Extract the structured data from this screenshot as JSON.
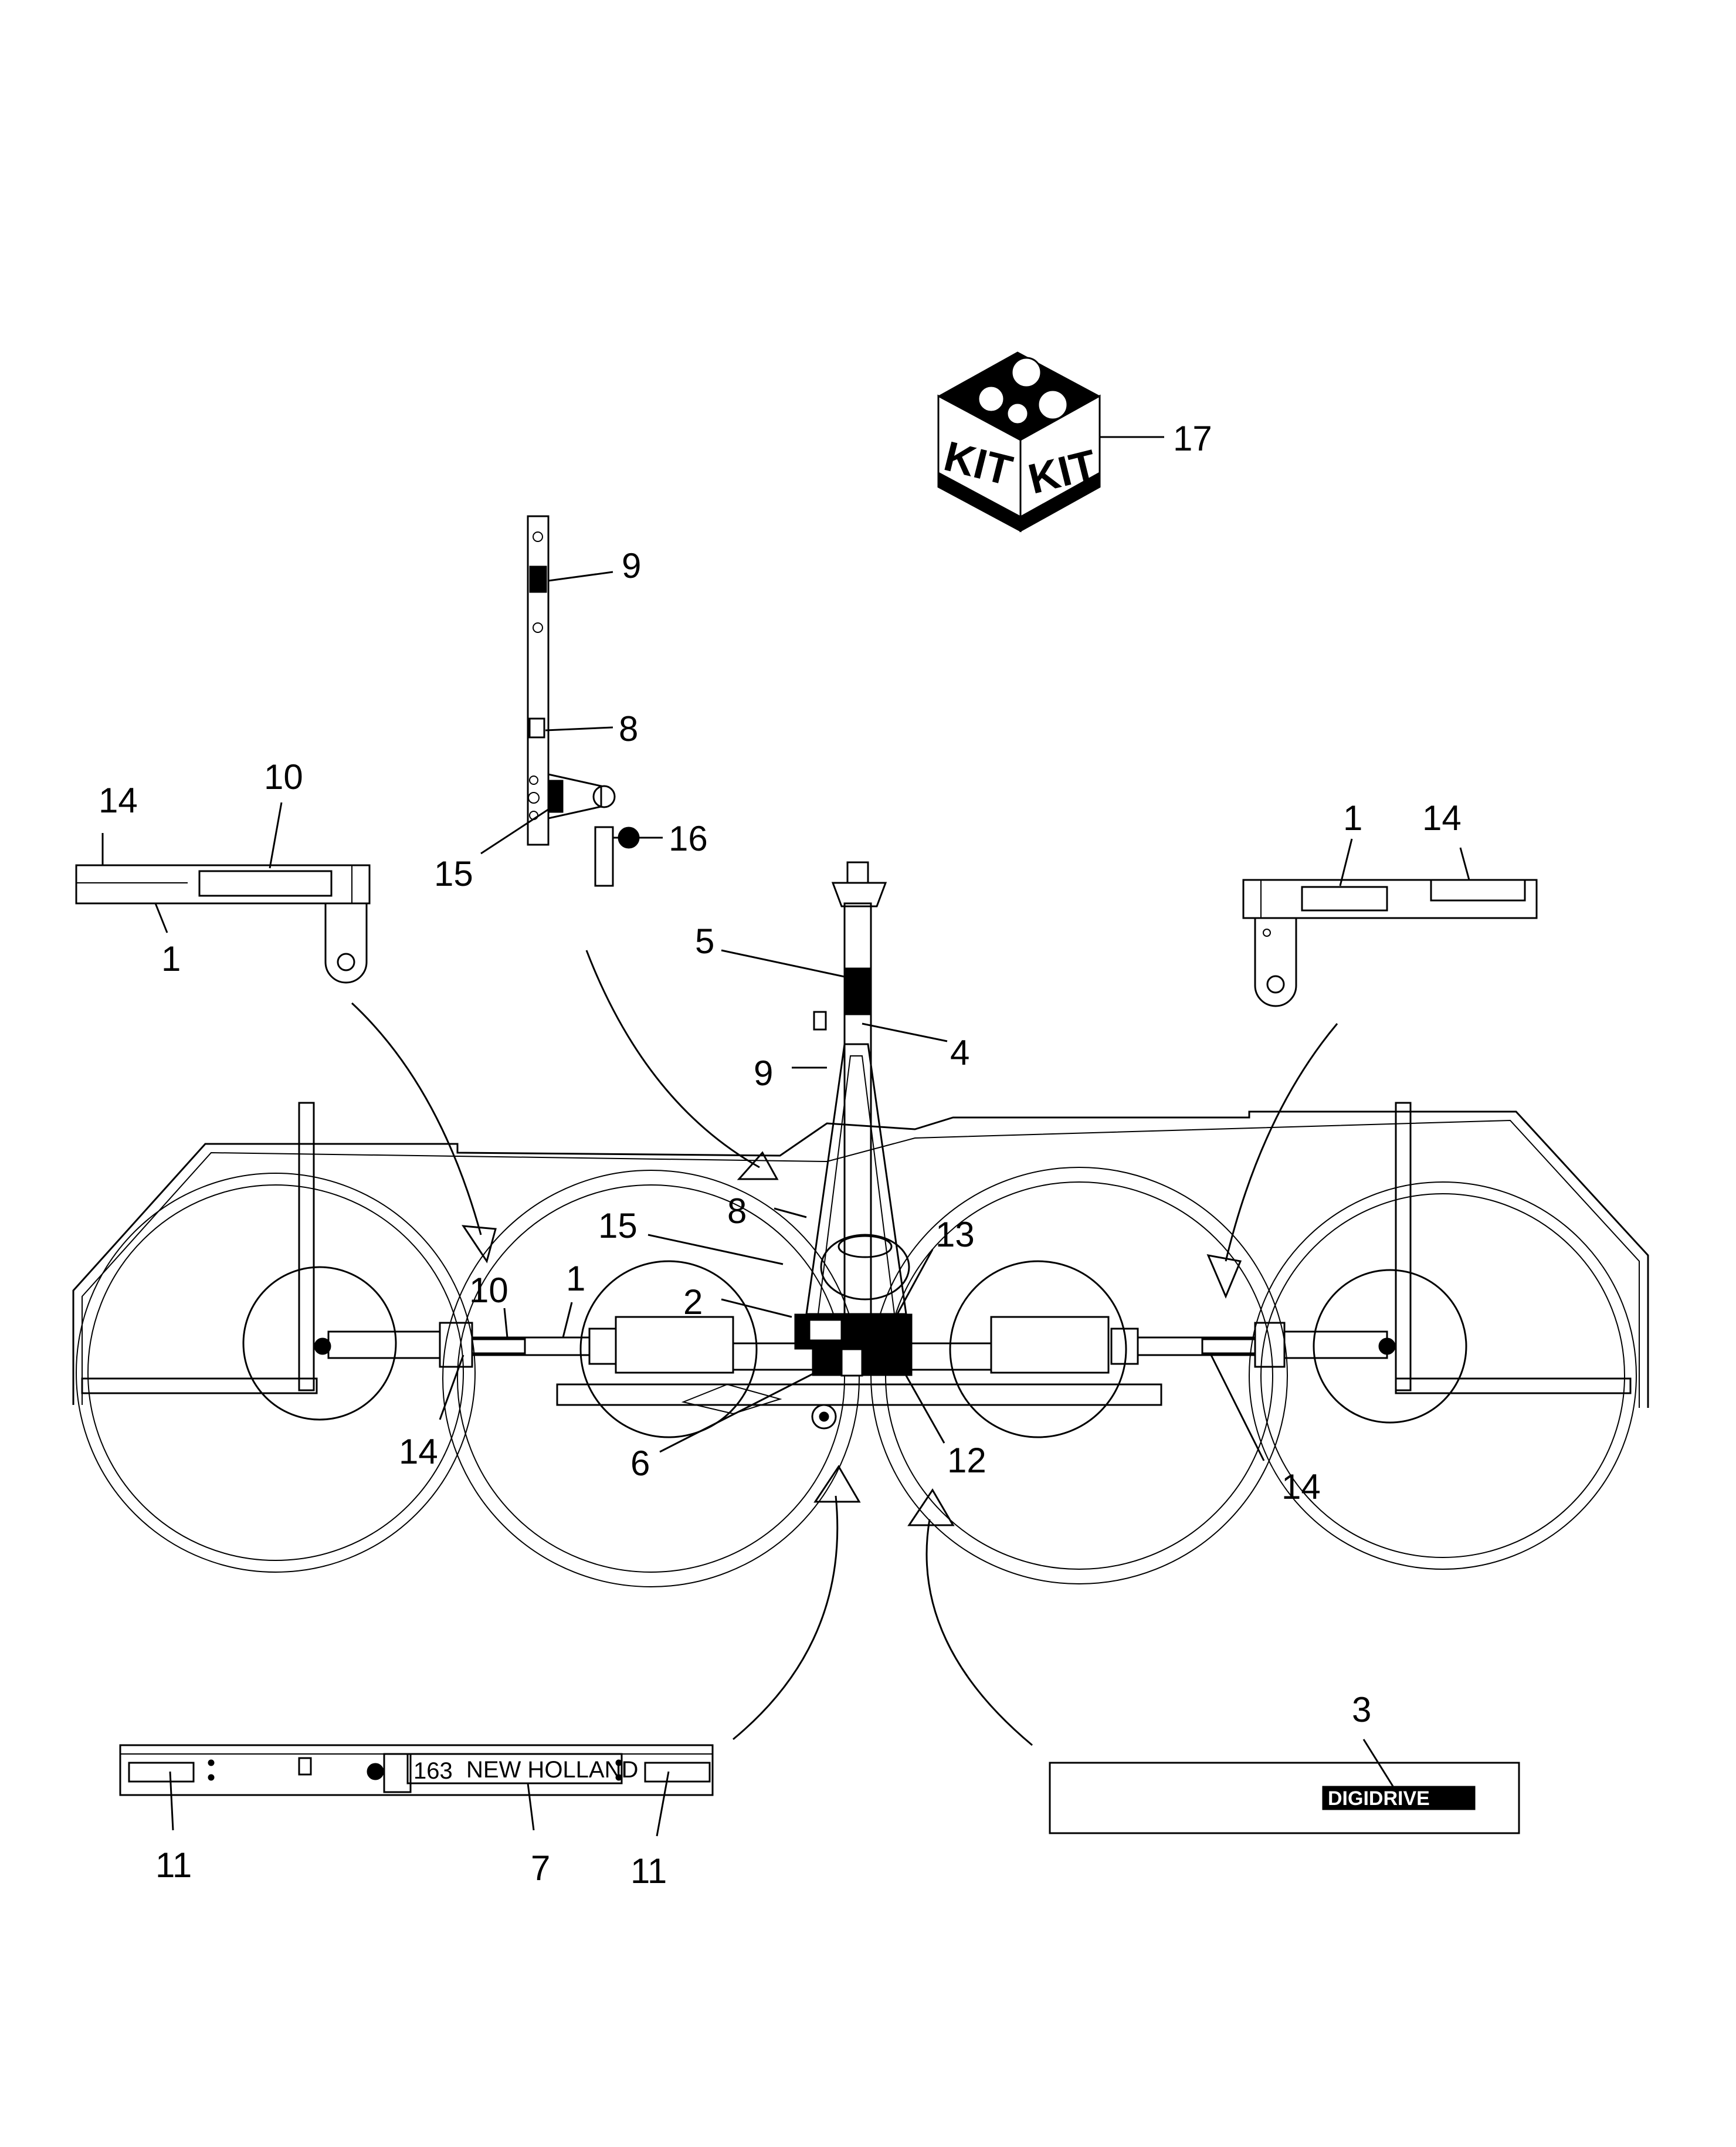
{
  "callouts": {
    "c1_left": "1",
    "c1_right": "1",
    "c1_main": "1",
    "c2": "2",
    "c3": "3",
    "c4": "4",
    "c5": "5",
    "c6": "6",
    "c7": "7",
    "c8_top": "8",
    "c8_main": "8",
    "c9_top": "9",
    "c9_main": "9",
    "c10_left": "10",
    "c10_main": "10",
    "c11_left": "11",
    "c11_right": "11",
    "c12": "12",
    "c13": "13",
    "c14_left": "14",
    "c14_right": "14",
    "c14_main_left": "14",
    "c14_main_right": "14",
    "c15_top": "15",
    "c15_main": "15",
    "c16": "16",
    "c17": "17"
  },
  "kit_box": {
    "face_left": "KIT",
    "face_right": "KIT"
  },
  "front_decal": {
    "model_number": "163",
    "brand": "NEW HOLLAND"
  },
  "side_decal": {
    "logo": "DIGIDRIVE"
  }
}
